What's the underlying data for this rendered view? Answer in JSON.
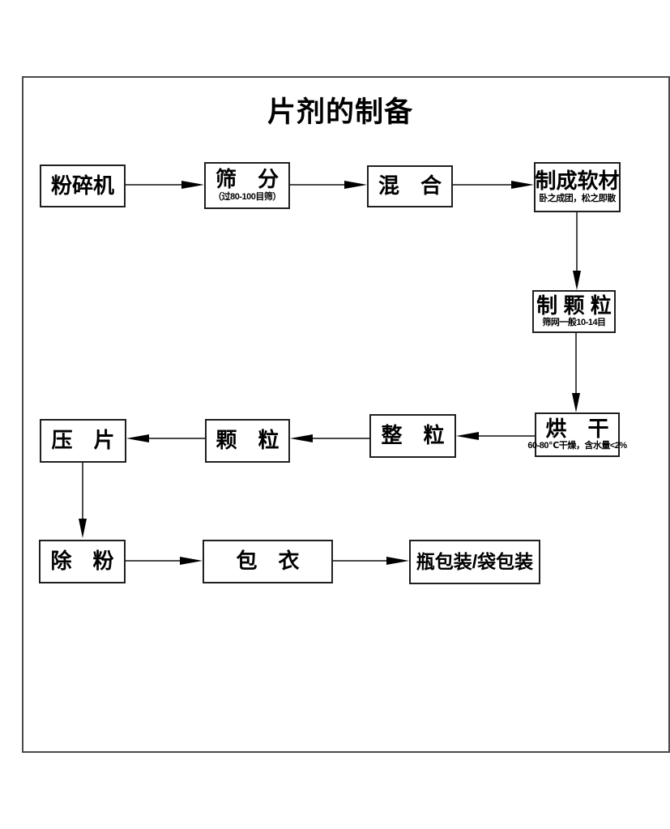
{
  "title": "片剂的制备",
  "colors": {
    "background": "#ffffff",
    "box_border": "#1f1f1f",
    "frame_border": "#4a4a4a",
    "line": "#4a4a4a",
    "arrow_head": "#000000",
    "text": "#000000"
  },
  "diagram": {
    "nodes": [
      {
        "id": "crusher",
        "label": "粉碎机",
        "sub": ""
      },
      {
        "id": "sieving",
        "label": "筛　分",
        "sub": "（过80-100目筛）"
      },
      {
        "id": "mixing",
        "label": "混　合",
        "sub": ""
      },
      {
        "id": "soft-material",
        "label": "制成软材",
        "sub": "卧之成团，松之即散"
      },
      {
        "id": "granulation",
        "label": "制 颗 粒",
        "sub": "筛网一般10-14目"
      },
      {
        "id": "drying",
        "label": "烘　干",
        "sub": "60-80℃干燥，含水量<2%"
      },
      {
        "id": "sizing",
        "label": "整　粒",
        "sub": ""
      },
      {
        "id": "granules",
        "label": "颗　粒",
        "sub": ""
      },
      {
        "id": "tableting",
        "label": "压　片",
        "sub": ""
      },
      {
        "id": "dedusting",
        "label": "除　粉",
        "sub": ""
      },
      {
        "id": "coating",
        "label": "包　衣",
        "sub": ""
      },
      {
        "id": "packaging",
        "label": "瓶包装/袋包装",
        "sub": ""
      }
    ],
    "edges": [
      {
        "from": "crusher",
        "to": "sieving",
        "direction": "right"
      },
      {
        "from": "sieving",
        "to": "mixing",
        "direction": "right"
      },
      {
        "from": "mixing",
        "to": "soft-material",
        "direction": "right"
      },
      {
        "from": "soft-material",
        "to": "granulation",
        "direction": "down"
      },
      {
        "from": "granulation",
        "to": "drying",
        "direction": "down"
      },
      {
        "from": "drying",
        "to": "sizing",
        "direction": "left"
      },
      {
        "from": "sizing",
        "to": "granules",
        "direction": "left"
      },
      {
        "from": "granules",
        "to": "tableting",
        "direction": "left"
      },
      {
        "from": "tableting",
        "to": "dedusting",
        "direction": "down"
      },
      {
        "from": "dedusting",
        "to": "coating",
        "direction": "right"
      },
      {
        "from": "coating",
        "to": "packaging",
        "direction": "right"
      }
    ]
  }
}
